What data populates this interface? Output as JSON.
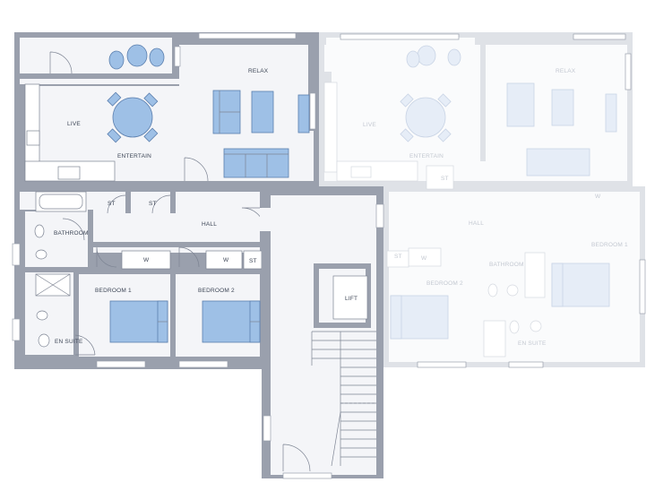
{
  "rooms": {
    "relax": "RELAX",
    "live": "LIVE",
    "entertain": "ENTERTAIN",
    "hall": "HALL",
    "bathroom": "BATHROOM",
    "bedroom_1": "BEDROOM 1",
    "bedroom_2": "BEDROOM 2",
    "en_suite": "EN SUITE",
    "lift": "LIFT",
    "store": "ST",
    "wardrobe": "W"
  },
  "mirror_rooms": {
    "relax": "RELAX",
    "live": "LIVE",
    "entertain": "ENTERTAIN",
    "hall": "HALL",
    "bathroom": "BATHROOM",
    "bedroom_1": "BEDROOM 1",
    "bedroom_2": "BEDROOM 2",
    "en_suite": "EN SUITE",
    "store": "ST",
    "wardrobe": "W"
  },
  "colors": {
    "wall": "#9aa0ad",
    "furniture": "#9ec0e6",
    "furniture_outline": "#5b7fae",
    "floor": "#f4f5f8"
  }
}
